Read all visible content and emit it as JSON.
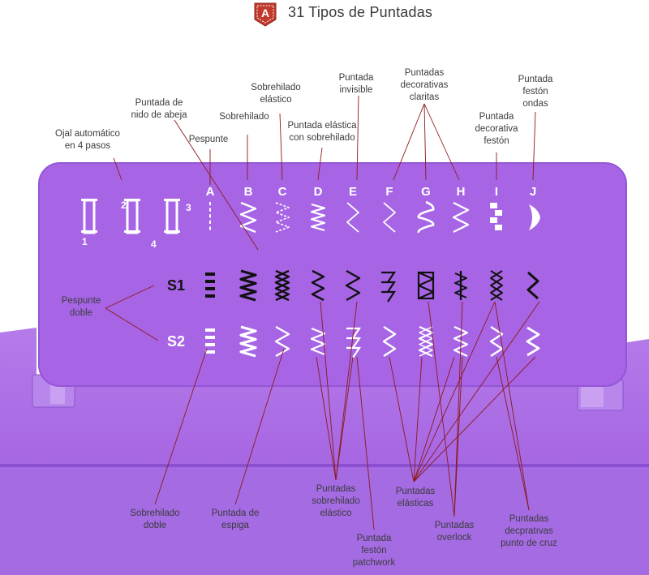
{
  "title": "31 Tipos de Puntadas",
  "logo_letter": "A",
  "panel": {
    "columns": [
      "A",
      "B",
      "C",
      "D",
      "E",
      "F",
      "G",
      "H",
      "I",
      "J"
    ],
    "rows": [
      "S1",
      "S2"
    ],
    "buttonhole_steps": [
      "1",
      "2",
      "3",
      "4"
    ]
  },
  "labels": {
    "ojal": [
      "Ojal automático",
      "en 4 pasos"
    ],
    "nido": [
      "Puntada de",
      "nido de abeja"
    ],
    "pespunte": [
      "Pespunte"
    ],
    "sobrehilado": [
      "Sobrehilado"
    ],
    "sobrehilado_elastico": [
      "Sobrehilado",
      "elástico"
    ],
    "elastica_sobrehilado": [
      "Puntada elástica",
      "con sobrehilado"
    ],
    "invisible": [
      "Puntada",
      "invisible"
    ],
    "decorativas_claritas": [
      "Puntadas",
      "decorativas",
      "claritas"
    ],
    "decorativa_feston": [
      "Puntada",
      "decorativa",
      "festón"
    ],
    "feston_ondas": [
      "Puntada",
      "festón",
      "ondas"
    ],
    "pespunte_doble": [
      "Pespunte",
      "doble"
    ],
    "sobrehilado_doble": [
      "Sobrehilado",
      "doble"
    ],
    "espiga": [
      "Puntada de",
      "espiga"
    ],
    "sobrehilado_elastico_b": [
      "Puntadas",
      "sobrehilado",
      "elástico"
    ],
    "patchwork": [
      "Puntada",
      "festón",
      "patchwork"
    ],
    "elasticas": [
      "Puntadas",
      "elásticas"
    ],
    "overlock": [
      "Puntadas",
      "overlock"
    ],
    "punto_cruz": [
      "Puntadas",
      "decpratıvas",
      "punto de cruz"
    ]
  },
  "colors": {
    "purple": "#a765e6",
    "purple_dark": "#8a47cc",
    "leader": "#8b1a1a",
    "logo": "#c0392b"
  }
}
